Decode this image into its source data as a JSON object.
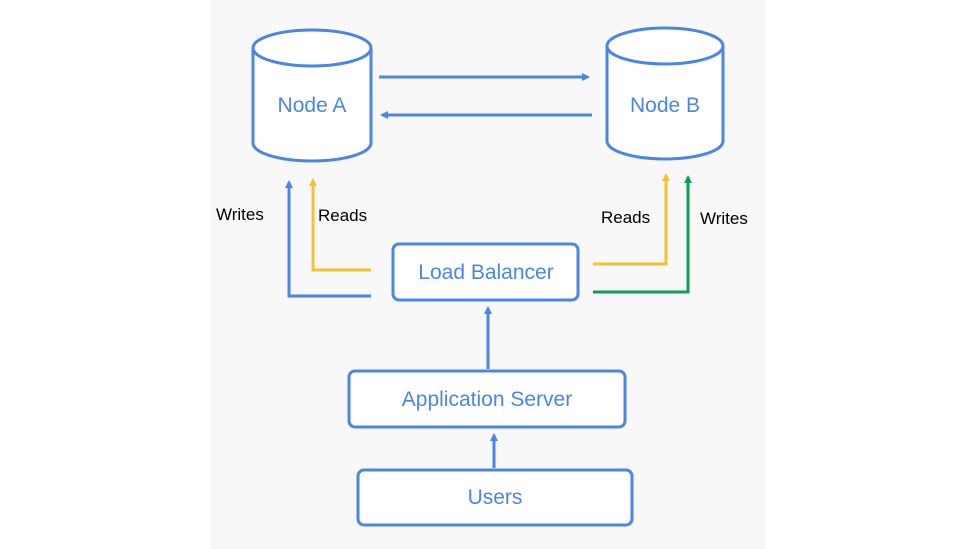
{
  "nodes": {
    "node_a": "Node A",
    "node_b": "Node B",
    "load_balancer": "Load Balancer",
    "app_server": "Application Server",
    "users": "Users"
  },
  "edge_labels": {
    "writes_left": "Writes",
    "reads_left": "Reads",
    "reads_right": "Reads",
    "writes_right": "Writes"
  },
  "colors": {
    "primary": "#4a86e8",
    "reads": "#f1c232",
    "writes_right": "#0f9d58",
    "panel_background": "#f8f8f8"
  }
}
